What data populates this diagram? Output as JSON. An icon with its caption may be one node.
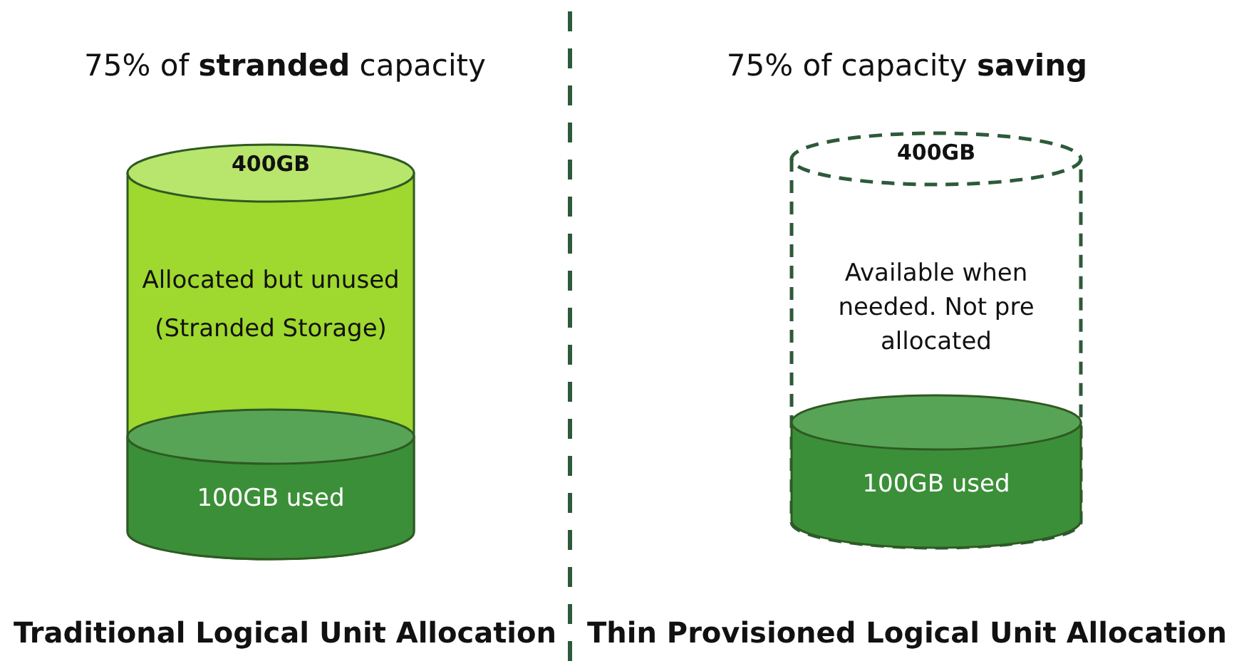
{
  "diagram": {
    "nodes": [
      {
        "text": [
          "400GB",
          "Allocated but unused (Stranded Storage)"
        ]
      },
      {
        "text": [
          "100GB used"
        ],
        "in": 0
      },
      {
        "text": [
          "400GB",
          "Available when needed. Not pre allocated"
        ]
      },
      {
        "text": [
          "100GB used"
        ],
        "in": 2
      }
    ],
    "labels": [
      "75% of **stranded** capacity",
      "75% of capacity **saving**",
      "Traditional Logical Unit Allocation",
      "Thin Provisioned Logical Unit Allocation"
    ]
  }
}
